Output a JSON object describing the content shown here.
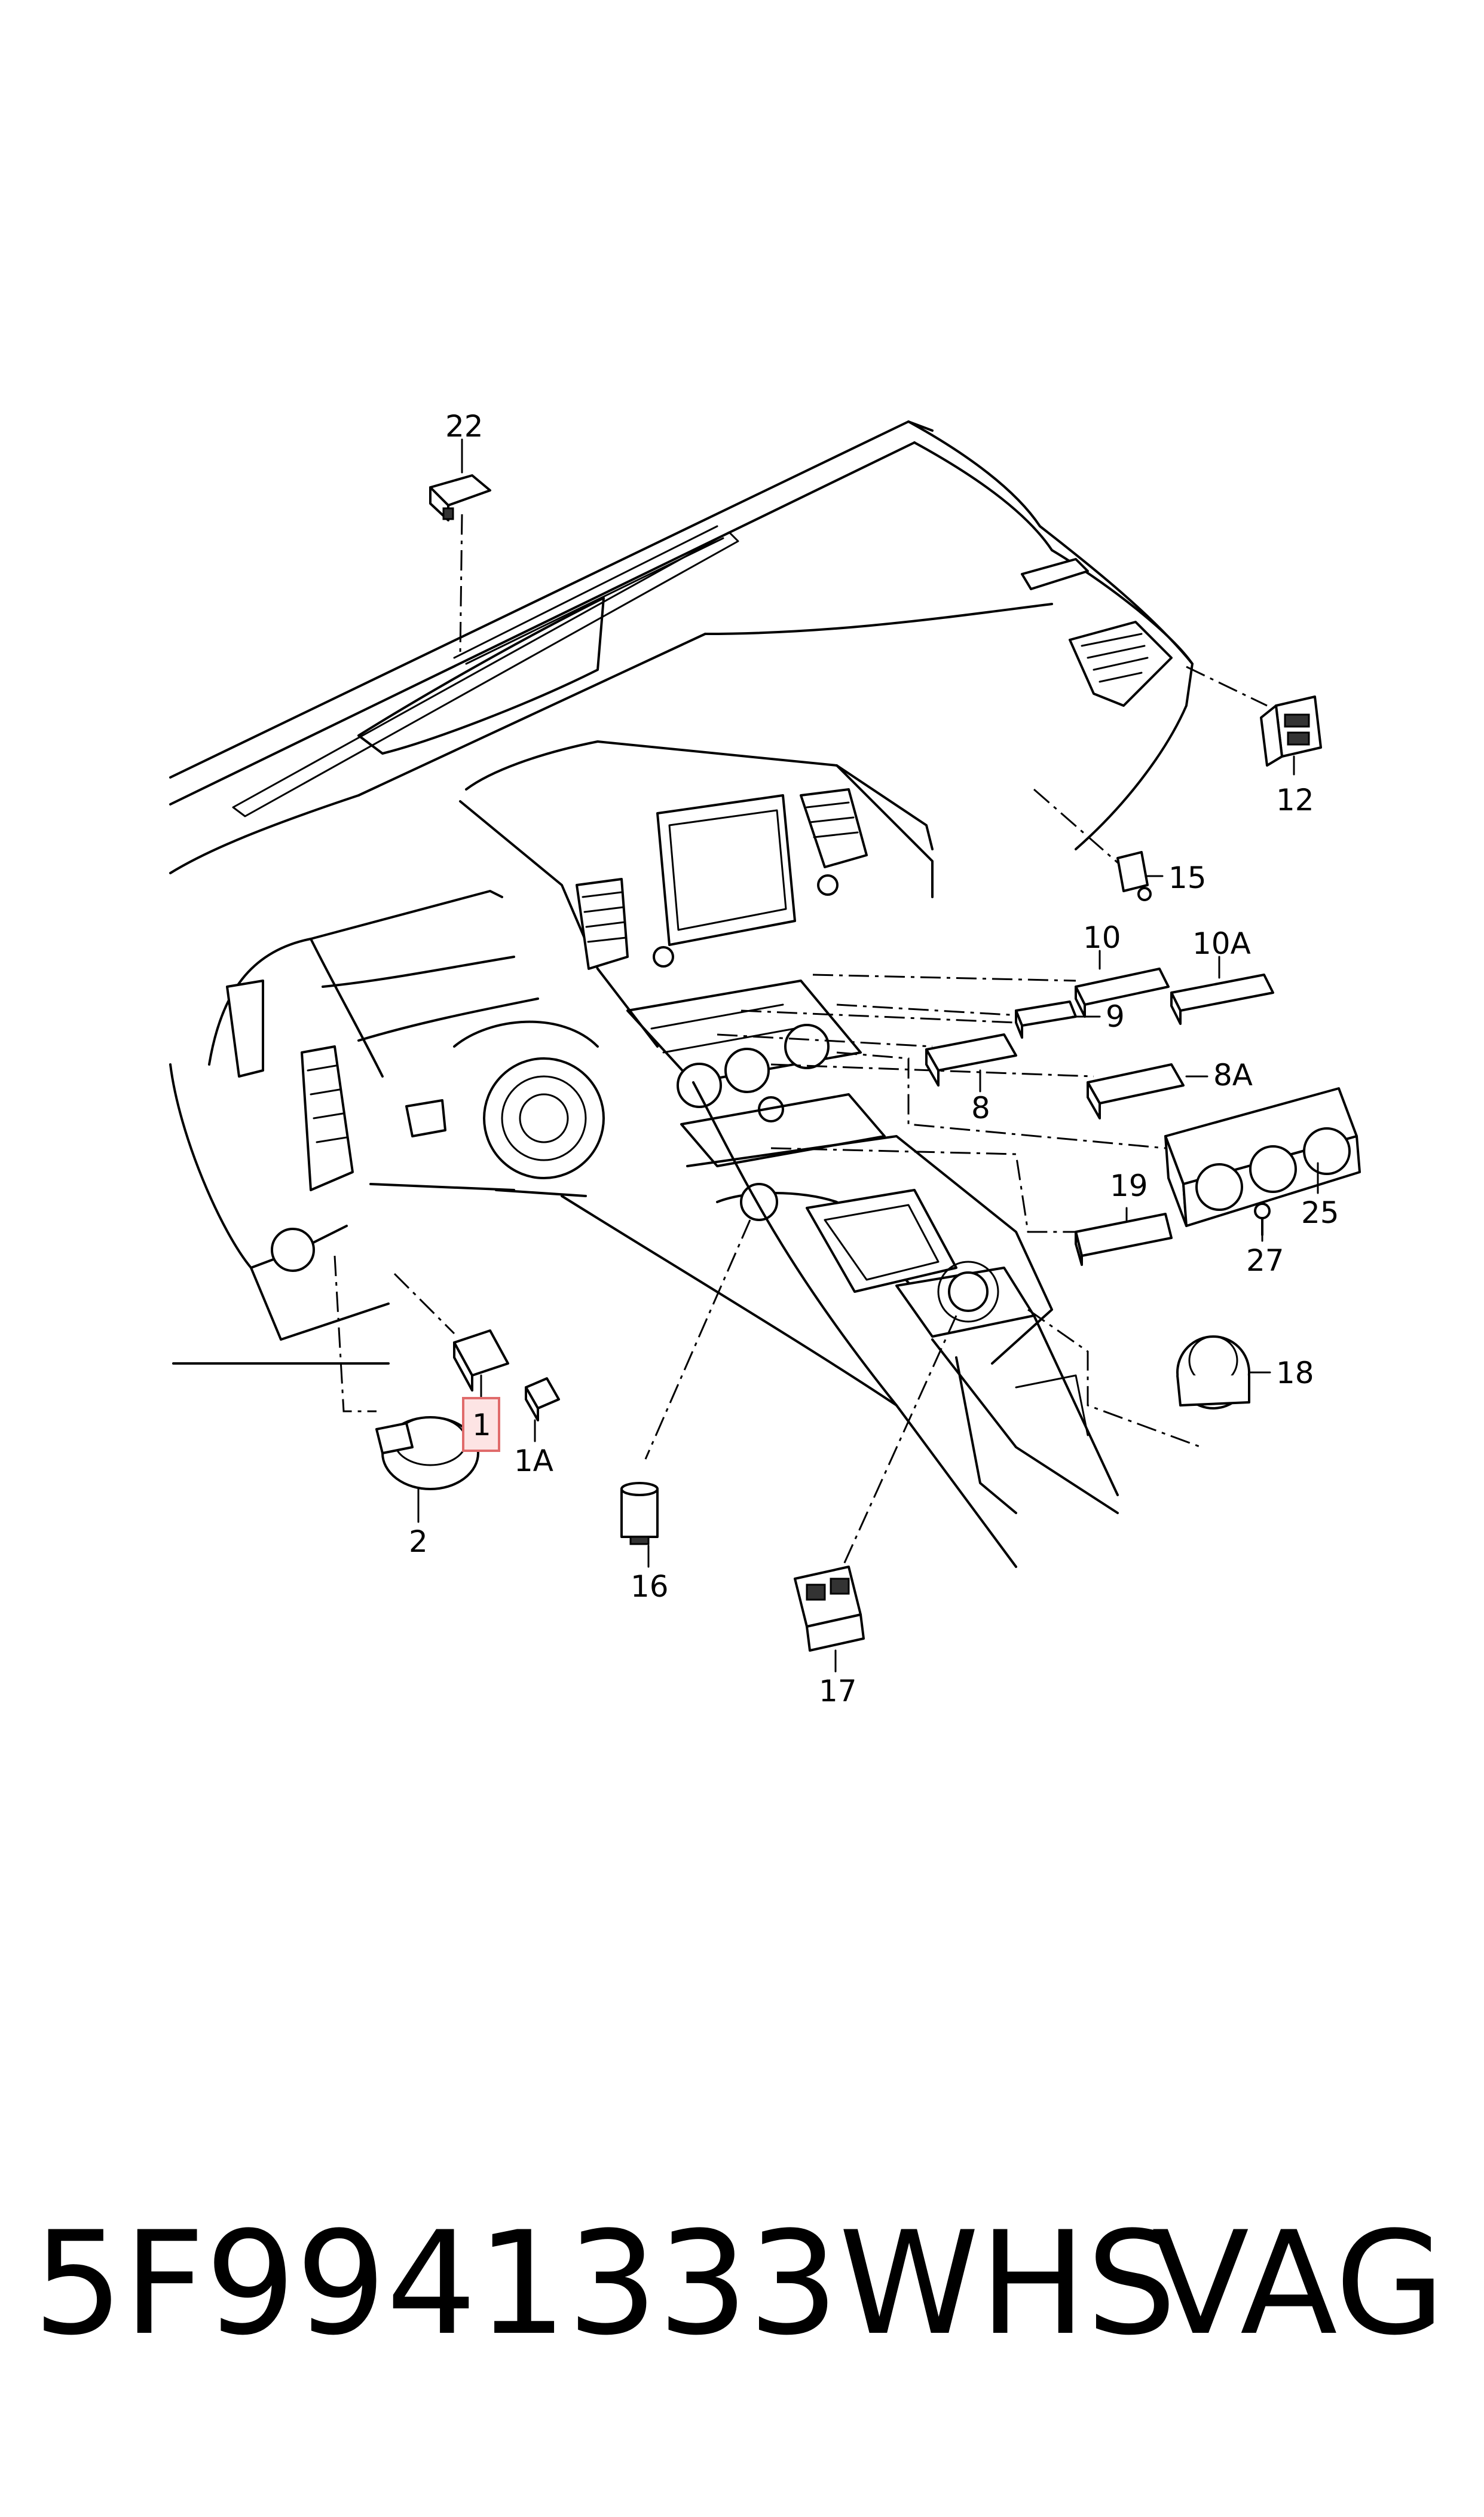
{
  "labels": {
    "l22": "22",
    "l12": "12",
    "l15": "15",
    "l10": "10",
    "l10a": "10A",
    "l9": "9",
    "l8": "8",
    "l8a": "8A",
    "l25": "25",
    "l19": "19",
    "l27": "27",
    "l18": "18",
    "l1": "1",
    "l1a": "1A",
    "l2": "2",
    "l16": "16",
    "l17": "17"
  },
  "highlight_color": "#e06b6b",
  "footer": {
    "part_number": "5F9941333WHS",
    "brand": "VAG"
  }
}
